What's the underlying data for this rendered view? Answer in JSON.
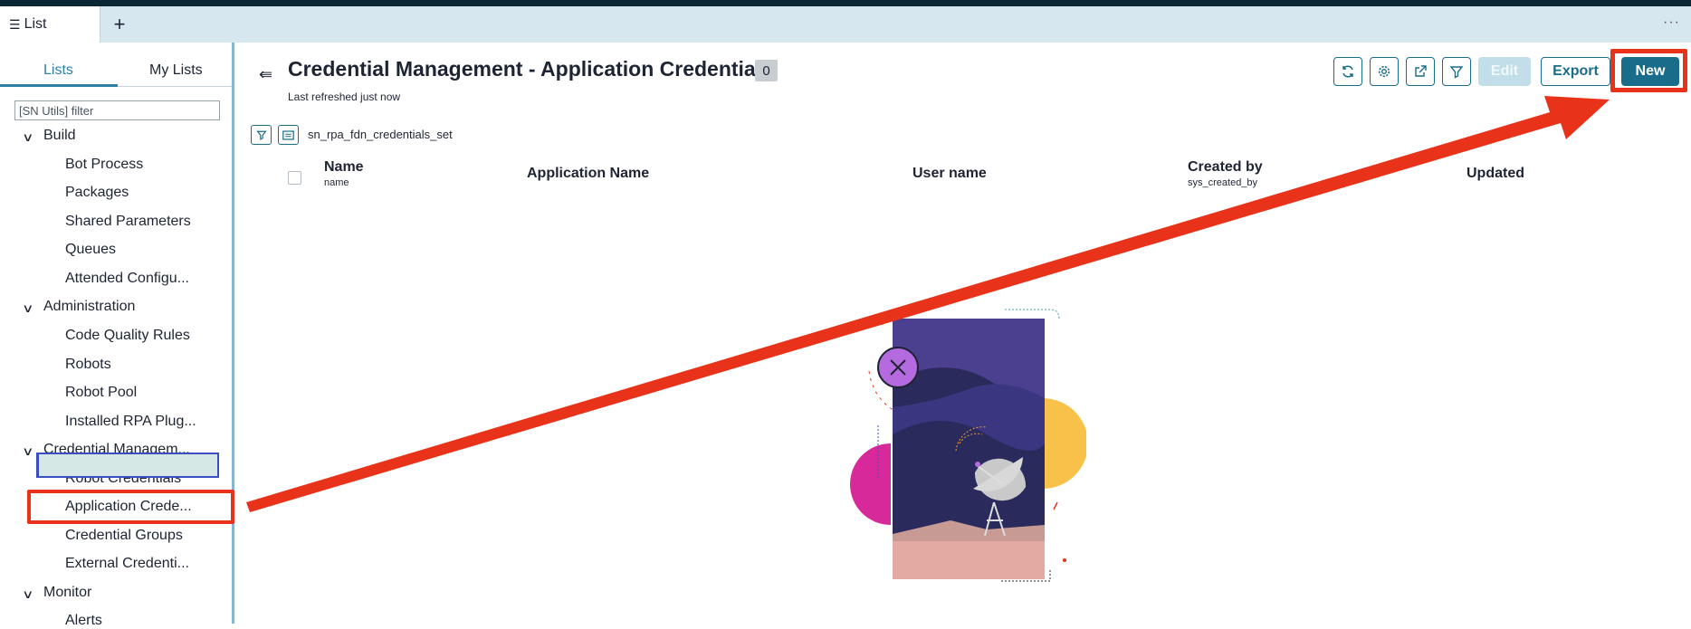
{
  "tabs": {
    "active_label": "List",
    "add_label": "+",
    "more_label": "···"
  },
  "sidebar": {
    "tabs": [
      "Lists",
      "My Lists"
    ],
    "filter_placeholder": "[SN Utils] filter",
    "sections": [
      {
        "label": "Build",
        "items": [
          "Bot Process",
          "Packages",
          "Shared Parameters",
          "Queues",
          "Attended Configu..."
        ]
      },
      {
        "label": "Administration",
        "items": [
          "Code Quality Rules",
          "Robots",
          "Robot Pool",
          "Installed RPA Plug..."
        ]
      },
      {
        "label": "Credential Managem...",
        "items": [
          "Robot Credentials",
          "Application Crede...",
          "Credential Groups",
          "External Credenti..."
        ]
      },
      {
        "label": "Monitor",
        "items": [
          "Alerts"
        ]
      }
    ]
  },
  "main": {
    "title": "Credential Management - Application Credentials",
    "count": "0",
    "refresh_text": "Last refreshed just now",
    "table_name": "sn_rpa_fdn_credentials_set",
    "buttons": {
      "edit": "Edit",
      "export": "Export",
      "new": "New"
    },
    "columns": [
      {
        "label": "Name",
        "sub": "name"
      },
      {
        "label": "Application Name",
        "sub": ""
      },
      {
        "label": "User name",
        "sub": ""
      },
      {
        "label": "Created by",
        "sub": "sys_created_by"
      },
      {
        "label": "Updated",
        "sub": ""
      }
    ]
  },
  "colors": {
    "accent": "#1a6d8a",
    "highlight": "#e8331a",
    "tabbar": "#d7e7ef",
    "topbar": "#0b2733"
  },
  "icons": [
    "refresh-icon",
    "settings-icon",
    "share-icon",
    "filter-icon",
    "column-icon"
  ]
}
